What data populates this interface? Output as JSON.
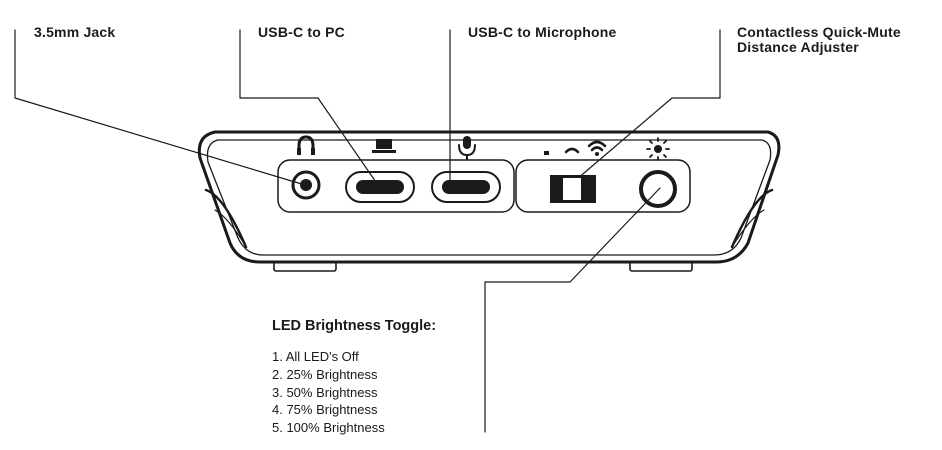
{
  "callouts": {
    "jack": "3.5mm Jack",
    "usb_pc": "USB-C to PC",
    "usb_mic": "USB-C to Microphone",
    "mute_line1": "Contactless Quick-Mute",
    "mute_line2": "Distance Adjuster"
  },
  "led_legend": {
    "title": "LED Brightness Toggle:",
    "items": [
      "1. All LED's Off",
      "2. 25% Brightness",
      "3. 50% Brightness",
      "4. 75% Brightness",
      "5. 100% Brightness"
    ]
  },
  "icons": [
    "headphones-icon",
    "laptop-icon",
    "microphone-icon",
    "signal-strength-icon",
    "brightness-icon"
  ],
  "colors": {
    "line": "#1a1a1a",
    "background": "#ffffff"
  }
}
